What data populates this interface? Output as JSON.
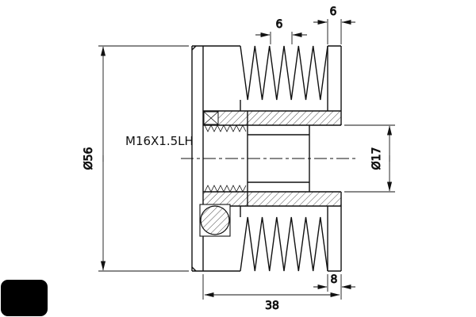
{
  "drawing": {
    "labels": {
      "thread": "M16X1.5LH",
      "outer_diameter": "Ø56",
      "bore_diameter": "Ø17"
    },
    "dims": {
      "rib_section": "6",
      "flange": "6",
      "bearing": "8",
      "overall": "38"
    },
    "colors": {
      "line": "#111111",
      "background": "#ffffff",
      "logo_block": "#000000"
    }
  }
}
